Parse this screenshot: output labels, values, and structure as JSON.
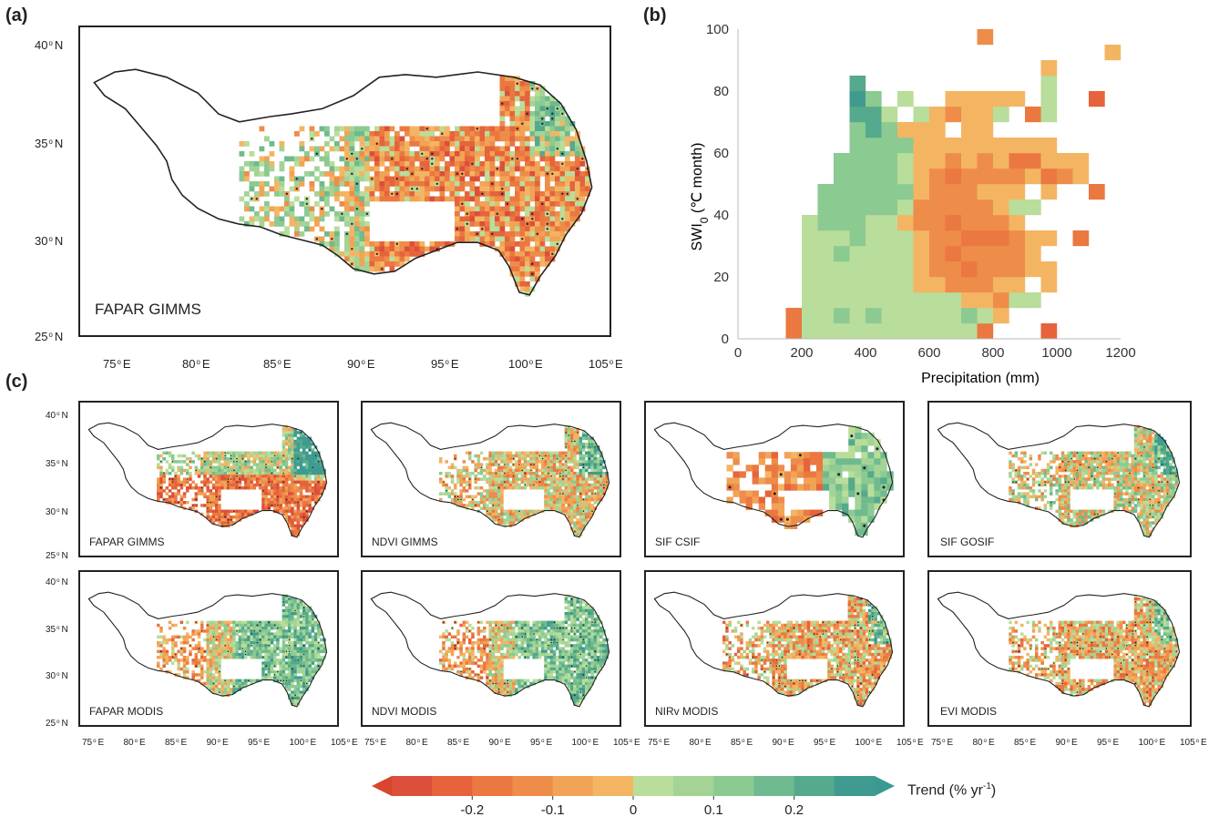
{
  "panel_labels": {
    "a": "(a)",
    "b": "(b)",
    "c": "(c)"
  },
  "panel_a": {
    "map_label": "FAPAR GIMMS",
    "lat_ticks": [
      {
        "num": "40",
        "dir": "N"
      },
      {
        "num": "35",
        "dir": "N"
      },
      {
        "num": "30",
        "dir": "N"
      },
      {
        "num": "25",
        "dir": "N"
      }
    ],
    "lon_ticks": [
      {
        "num": "75",
        "dir": "E"
      },
      {
        "num": "80",
        "dir": "E"
      },
      {
        "num": "85",
        "dir": "E"
      },
      {
        "num": "90",
        "dir": "E"
      },
      {
        "num": "95",
        "dir": "E"
      },
      {
        "num": "100",
        "dir": "E"
      },
      {
        "num": "105",
        "dir": "E"
      }
    ]
  },
  "panel_c": {
    "maps": [
      {
        "label": "FAPAR GIMMS",
        "pattern": "warm-south"
      },
      {
        "label": "NDVI GIMMS",
        "pattern": "mixed"
      },
      {
        "label": "SIF CSIF",
        "pattern": "coarse"
      },
      {
        "label": "SIF GOSIF",
        "pattern": "mixed-cool"
      },
      {
        "label": "FAPAR MODIS",
        "pattern": "cool"
      },
      {
        "label": "NDVI MODIS",
        "pattern": "cool"
      },
      {
        "label": "NIRv MODIS",
        "pattern": "warm"
      },
      {
        "label": "EVI MODIS",
        "pattern": "warm"
      }
    ]
  },
  "chart_data": [
    {
      "type": "heatmap",
      "panel": "b",
      "xlabel": "Precipitation (mm)",
      "ylabel_main": "SWI",
      "ylabel_sub": "0",
      "ylabel_unit": " (℃ month)",
      "xlim": [
        0,
        1200
      ],
      "ylim": [
        0,
        100
      ],
      "xticks": [
        0,
        200,
        400,
        600,
        800,
        1000,
        1200
      ],
      "yticks": [
        0,
        20,
        40,
        60,
        80,
        100
      ],
      "bin_width_x": 50,
      "bin_width_y": 5,
      "note": "cell value = vegetation trend (% yr-1)",
      "cells": [
        [
          150,
          0,
          -0.15
        ],
        [
          150,
          5,
          -0.15
        ],
        [
          200,
          0,
          0.05
        ],
        [
          200,
          5,
          0.05
        ],
        [
          200,
          10,
          0.05
        ],
        [
          200,
          15,
          0.05
        ],
        [
          200,
          20,
          0.05
        ],
        [
          200,
          25,
          0.05
        ],
        [
          200,
          30,
          0.05
        ],
        [
          200,
          35,
          0.05
        ],
        [
          250,
          0,
          0.05
        ],
        [
          250,
          5,
          0.05
        ],
        [
          250,
          10,
          0.05
        ],
        [
          250,
          15,
          0.05
        ],
        [
          250,
          20,
          0.05
        ],
        [
          250,
          25,
          0.05
        ],
        [
          250,
          30,
          0.05
        ],
        [
          250,
          35,
          0.1
        ],
        [
          250,
          40,
          0.15
        ],
        [
          250,
          45,
          0.15
        ],
        [
          300,
          0,
          0.05
        ],
        [
          300,
          5,
          0.1
        ],
        [
          300,
          10,
          0.05
        ],
        [
          300,
          15,
          0.05
        ],
        [
          300,
          20,
          0.05
        ],
        [
          300,
          25,
          0.1
        ],
        [
          300,
          30,
          0.05
        ],
        [
          300,
          35,
          0.1
        ],
        [
          300,
          40,
          0.15
        ],
        [
          300,
          45,
          0.15
        ],
        [
          300,
          50,
          0.15
        ],
        [
          300,
          55,
          0.15
        ],
        [
          350,
          0,
          0.05
        ],
        [
          350,
          5,
          0.05
        ],
        [
          350,
          10,
          0.05
        ],
        [
          350,
          15,
          0.05
        ],
        [
          350,
          20,
          0.05
        ],
        [
          350,
          25,
          0.05
        ],
        [
          350,
          30,
          0.1
        ],
        [
          350,
          35,
          0.1
        ],
        [
          350,
          40,
          0.15
        ],
        [
          350,
          45,
          0.15
        ],
        [
          350,
          50,
          0.1
        ],
        [
          350,
          55,
          0.15
        ],
        [
          350,
          60,
          0.15
        ],
        [
          350,
          65,
          0.1
        ],
        [
          350,
          70,
          0.2
        ],
        [
          350,
          75,
          0.25
        ],
        [
          350,
          80,
          0.2
        ],
        [
          400,
          0,
          0.05
        ],
        [
          400,
          5,
          0.1
        ],
        [
          400,
          10,
          0.05
        ],
        [
          400,
          15,
          0.05
        ],
        [
          400,
          20,
          0.05
        ],
        [
          400,
          25,
          0.05
        ],
        [
          400,
          30,
          0.05
        ],
        [
          400,
          35,
          0.05
        ],
        [
          400,
          40,
          0.15
        ],
        [
          400,
          45,
          0.15
        ],
        [
          400,
          50,
          0.15
        ],
        [
          400,
          55,
          0.15
        ],
        [
          400,
          60,
          0.15
        ],
        [
          400,
          65,
          0.2
        ],
        [
          400,
          70,
          0.2
        ],
        [
          400,
          75,
          0.15
        ],
        [
          450,
          0,
          0.05
        ],
        [
          450,
          5,
          0.05
        ],
        [
          450,
          10,
          0.05
        ],
        [
          450,
          15,
          0.05
        ],
        [
          450,
          20,
          0.05
        ],
        [
          450,
          25,
          0.05
        ],
        [
          450,
          30,
          0.05
        ],
        [
          450,
          35,
          0.05
        ],
        [
          450,
          40,
          0.1
        ],
        [
          450,
          45,
          0.1
        ],
        [
          450,
          50,
          0.1
        ],
        [
          450,
          55,
          0.1
        ],
        [
          450,
          60,
          0.1
        ],
        [
          450,
          65,
          0.1
        ],
        [
          450,
          70,
          0.05
        ],
        [
          500,
          0,
          0.05
        ],
        [
          500,
          5,
          0.05
        ],
        [
          500,
          10,
          0.05
        ],
        [
          500,
          15,
          0.05
        ],
        [
          500,
          20,
          0.05
        ],
        [
          500,
          25,
          0.05
        ],
        [
          500,
          30,
          0.05
        ],
        [
          500,
          35,
          -0.05
        ],
        [
          500,
          40,
          0.05
        ],
        [
          500,
          45,
          0.1
        ],
        [
          500,
          50,
          0.05
        ],
        [
          500,
          55,
          0.05
        ],
        [
          500,
          60,
          0.1
        ],
        [
          500,
          65,
          -0.05
        ],
        [
          500,
          75,
          0.05
        ],
        [
          550,
          0,
          0.05
        ],
        [
          550,
          5,
          0.05
        ],
        [
          550,
          10,
          0.05
        ],
        [
          550,
          15,
          -0.05
        ],
        [
          550,
          20,
          -0.05
        ],
        [
          550,
          25,
          -0.05
        ],
        [
          550,
          30,
          -0.05
        ],
        [
          550,
          35,
          -0.1
        ],
        [
          550,
          40,
          -0.1
        ],
        [
          550,
          45,
          -0.05
        ],
        [
          550,
          50,
          -0.05
        ],
        [
          550,
          55,
          -0.05
        ],
        [
          550,
          60,
          -0.05
        ],
        [
          550,
          65,
          -0.05
        ],
        [
          550,
          70,
          0.05
        ],
        [
          600,
          0,
          0.05
        ],
        [
          600,
          5,
          0.05
        ],
        [
          600,
          10,
          0.05
        ],
        [
          600,
          15,
          -0.05
        ],
        [
          600,
          20,
          -0.1
        ],
        [
          600,
          25,
          -0.1
        ],
        [
          600,
          30,
          -0.1
        ],
        [
          600,
          35,
          -0.1
        ],
        [
          600,
          40,
          -0.1
        ],
        [
          600,
          45,
          -0.1
        ],
        [
          600,
          50,
          -0.1
        ],
        [
          600,
          55,
          -0.05
        ],
        [
          600,
          60,
          -0.05
        ],
        [
          600,
          65,
          -0.05
        ],
        [
          600,
          70,
          -0.05
        ],
        [
          650,
          0,
          0.05
        ],
        [
          650,
          5,
          0.05
        ],
        [
          650,
          10,
          0.05
        ],
        [
          650,
          15,
          -0.1
        ],
        [
          650,
          20,
          -0.1
        ],
        [
          650,
          25,
          -0.15
        ],
        [
          650,
          30,
          -0.1
        ],
        [
          650,
          35,
          -0.15
        ],
        [
          650,
          40,
          -0.1
        ],
        [
          650,
          45,
          -0.1
        ],
        [
          650,
          50,
          -0.15
        ],
        [
          650,
          55,
          -0.1
        ],
        [
          650,
          60,
          -0.05
        ],
        [
          650,
          70,
          -0.1
        ],
        [
          650,
          75,
          -0.05
        ],
        [
          700,
          0,
          0.05
        ],
        [
          700,
          5,
          0.1
        ],
        [
          700,
          10,
          -0.05
        ],
        [
          700,
          15,
          -0.1
        ],
        [
          700,
          20,
          -0.15
        ],
        [
          700,
          25,
          -0.1
        ],
        [
          700,
          30,
          -0.15
        ],
        [
          700,
          35,
          -0.1
        ],
        [
          700,
          40,
          -0.1
        ],
        [
          700,
          45,
          -0.1
        ],
        [
          700,
          50,
          -0.1
        ],
        [
          700,
          55,
          -0.05
        ],
        [
          700,
          60,
          -0.05
        ],
        [
          700,
          65,
          -0.05
        ],
        [
          700,
          70,
          -0.05
        ],
        [
          700,
          75,
          -0.05
        ],
        [
          750,
          0,
          -0.15
        ],
        [
          750,
          5,
          0.05
        ],
        [
          750,
          10,
          -0.05
        ],
        [
          750,
          15,
          -0.1
        ],
        [
          750,
          20,
          -0.1
        ],
        [
          750,
          25,
          -0.1
        ],
        [
          750,
          30,
          -0.15
        ],
        [
          750,
          35,
          -0.1
        ],
        [
          750,
          40,
          -0.1
        ],
        [
          750,
          45,
          -0.05
        ],
        [
          750,
          50,
          -0.1
        ],
        [
          750,
          55,
          -0.1
        ],
        [
          750,
          60,
          -0.05
        ],
        [
          750,
          65,
          -0.05
        ],
        [
          750,
          70,
          -0.05
        ],
        [
          750,
          75,
          -0.05
        ],
        [
          750,
          95,
          -0.1
        ],
        [
          800,
          5,
          -0.05
        ],
        [
          800,
          10,
          -0.1
        ],
        [
          800,
          15,
          -0.05
        ],
        [
          800,
          20,
          -0.1
        ],
        [
          800,
          25,
          -0.1
        ],
        [
          800,
          30,
          -0.15
        ],
        [
          800,
          35,
          -0.1
        ],
        [
          800,
          40,
          -0.05
        ],
        [
          800,
          45,
          -0.05
        ],
        [
          800,
          50,
          -0.1
        ],
        [
          800,
          55,
          -0.05
        ],
        [
          800,
          60,
          -0.05
        ],
        [
          800,
          70,
          0.05
        ],
        [
          800,
          75,
          -0.05
        ],
        [
          850,
          10,
          0.05
        ],
        [
          850,
          15,
          -0.05
        ],
        [
          850,
          20,
          -0.1
        ],
        [
          850,
          25,
          -0.1
        ],
        [
          850,
          30,
          -0.1
        ],
        [
          850,
          35,
          -0.05
        ],
        [
          850,
          40,
          0.05
        ],
        [
          850,
          45,
          -0.05
        ],
        [
          850,
          50,
          -0.1
        ],
        [
          850,
          55,
          -0.15
        ],
        [
          850,
          60,
          -0.05
        ],
        [
          850,
          75,
          -0.05
        ],
        [
          900,
          10,
          0.05
        ],
        [
          900,
          20,
          -0.05
        ],
        [
          900,
          25,
          -0.05
        ],
        [
          900,
          30,
          -0.05
        ],
        [
          900,
          40,
          0.05
        ],
        [
          900,
          50,
          -0.05
        ],
        [
          900,
          55,
          -0.15
        ],
        [
          900,
          60,
          -0.05
        ],
        [
          900,
          70,
          -0.15
        ],
        [
          950,
          0,
          -0.2
        ],
        [
          950,
          15,
          -0.05
        ],
        [
          950,
          20,
          -0.05
        ],
        [
          950,
          30,
          -0.05
        ],
        [
          950,
          45,
          -0.05
        ],
        [
          950,
          50,
          -0.15
        ],
        [
          950,
          55,
          -0.05
        ],
        [
          950,
          60,
          -0.05
        ],
        [
          950,
          70,
          0.05
        ],
        [
          950,
          75,
          0.05
        ],
        [
          950,
          80,
          0.05
        ],
        [
          950,
          85,
          -0.05
        ],
        [
          1000,
          50,
          -0.1
        ],
        [
          1000,
          55,
          -0.05
        ],
        [
          1050,
          50,
          -0.05
        ],
        [
          1050,
          55,
          -0.05
        ],
        [
          1050,
          30,
          -0.15
        ],
        [
          1100,
          45,
          -0.15
        ],
        [
          1100,
          75,
          -0.2
        ],
        [
          1150,
          90,
          -0.05
        ]
      ]
    }
  ],
  "colorbar": {
    "title": "Trend (% yr",
    "title_sup": "-1",
    "title_end": ")",
    "ticks": [
      "-0.2",
      "-0.1",
      "0",
      "0.1",
      "0.2"
    ],
    "colors": [
      "#dc4f3a",
      "#e6633c",
      "#ea7840",
      "#ee8c4a",
      "#f1a356",
      "#f4b563",
      "#b9dd9a",
      "#a3d496",
      "#8bca91",
      "#6fba8e",
      "#55a98c",
      "#3f9b8f"
    ]
  }
}
